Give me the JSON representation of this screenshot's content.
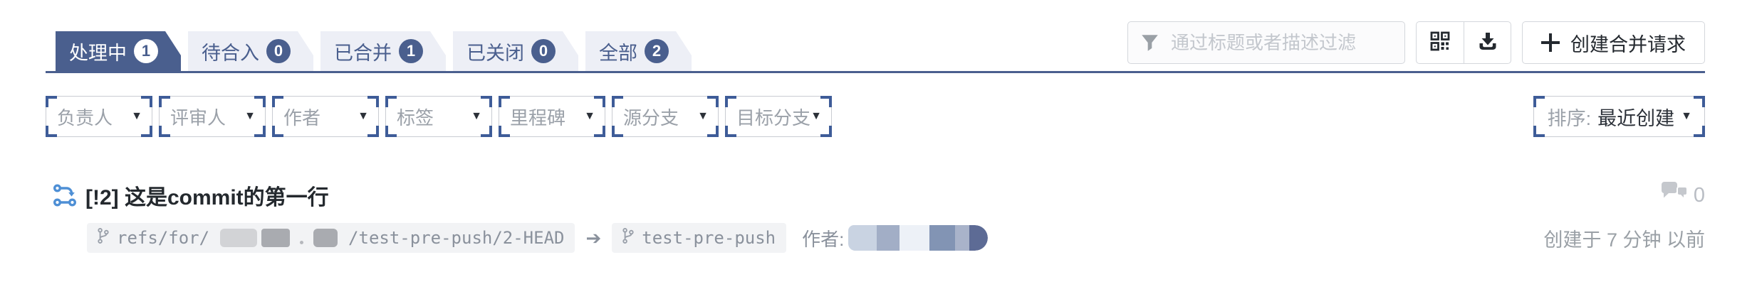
{
  "colors": {
    "accent_blue": "#4a5f8e",
    "tab_inactive_bg": "#edeff6",
    "corner_accent": "#3e5c98",
    "mr_icon_blue": "#4e8fd5",
    "muted_text": "#9aa0a8",
    "border_gray": "#d4d7dc"
  },
  "tabs": {
    "items": [
      {
        "label": "处理中",
        "count": "1",
        "active": true
      },
      {
        "label": "待合入",
        "count": "0",
        "active": false
      },
      {
        "label": "已合并",
        "count": "1",
        "active": false
      },
      {
        "label": "已关闭",
        "count": "0",
        "active": false
      },
      {
        "label": "全部",
        "count": "2",
        "active": false
      }
    ]
  },
  "toolbar": {
    "search_placeholder": "通过标题或者描述过滤",
    "search_value": "",
    "create_button_label": "创建合并请求"
  },
  "filters": {
    "items": [
      {
        "label": "负责人"
      },
      {
        "label": "评审人"
      },
      {
        "label": "作者"
      },
      {
        "label": "标签"
      },
      {
        "label": "里程碑"
      },
      {
        "label": "源分支"
      },
      {
        "label": "目标分支"
      }
    ],
    "sort_label": "排序:",
    "sort_value": "最近创建"
  },
  "list": {
    "items": [
      {
        "title": "[!2] 这是commit的第一行",
        "source_ref_prefix": "refs/for/",
        "source_ref_suffix": "/test-pre-push/2-HEAD",
        "target_branch": "test-pre-push",
        "author_label": "作者:",
        "comment_count": "0",
        "created_at": "创建于 7 分钟 以前"
      }
    ]
  }
}
